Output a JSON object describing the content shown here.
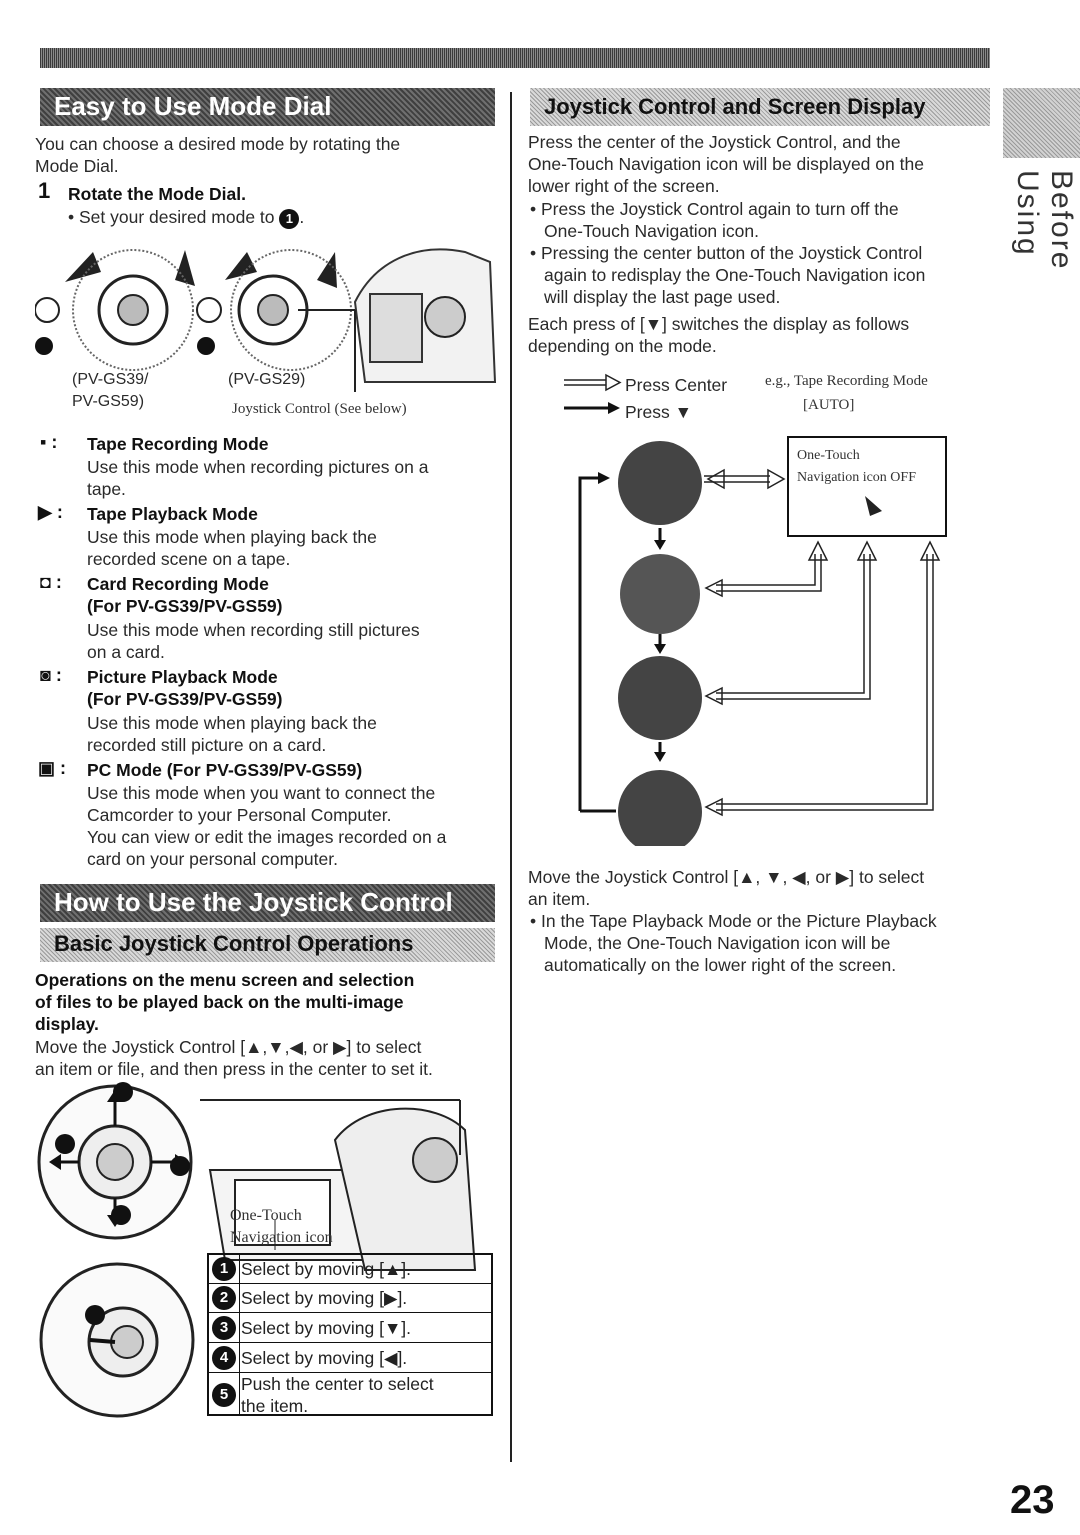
{
  "side_tab": "Before Using",
  "page_number": "23",
  "left": {
    "mode_dial_header": "Easy to Use Mode Dial",
    "intro": [
      "You can choose a desired mode by rotating the",
      "Mode Dial."
    ],
    "step1_num": "1",
    "step1_title": "Rotate the Mode Dial.",
    "step1_sub": "• Set your desired mode to",
    "dial_marker": "1",
    "caption_models_1": "(PV-GS39/",
    "caption_models_2": "PV-GS59)",
    "caption_gs29": "(PV-GS29)",
    "caption_joystick": "Joystick Control (See below)",
    "modes": [
      {
        "title": "Tape Recording Mode",
        "title2": "",
        "desc": [
          "Use this mode when recording pictures on a",
          "tape."
        ]
      },
      {
        "title": "Tape Playback Mode",
        "title2": "",
        "desc": [
          "Use this mode when playing back the",
          "recorded scene on a tape."
        ]
      },
      {
        "title": "Card Recording Mode",
        "title2": "(For PV-GS39/PV-GS59)",
        "desc": [
          "Use this mode when recording still pictures",
          "on a card."
        ]
      },
      {
        "title": "Picture Playback Mode",
        "title2": "(For PV-GS39/PV-GS59)",
        "desc": [
          "Use this mode when playing back the",
          "recorded still picture on a card."
        ]
      },
      {
        "title": "PC Mode (For PV-GS39/PV-GS59)",
        "title2": "",
        "desc": [
          "Use this mode when you want to connect the",
          "Camcorder to your Personal Computer.",
          "You can view or edit the images recorded on a",
          "card on your personal computer."
        ]
      }
    ],
    "joystick_header": "How to Use the Joystick Control",
    "basic_header": "Basic Joystick Control Operations",
    "ops_bold": [
      "Operations on the menu screen and selection",
      "of files to be played back on the multi-image",
      "display."
    ],
    "ops_text": [
      "Move the Joystick Control [▲,▼,◀, or ▶] to select",
      "an item or file, and then press in the center to set it."
    ],
    "nav_caption_1": "One-Touch",
    "nav_caption_2": "Navigation icon",
    "steps": [
      {
        "num": "1",
        "text": [
          "Select by moving [▲]."
        ]
      },
      {
        "num": "2",
        "text": [
          "Select by moving [▶]."
        ]
      },
      {
        "num": "3",
        "text": [
          "Select by moving [▼]."
        ]
      },
      {
        "num": "4",
        "text": [
          "Select by moving [◀]."
        ]
      },
      {
        "num": "5",
        "text": [
          "Push the center to select",
          "the item."
        ]
      }
    ]
  },
  "right": {
    "header": "Joystick Control and Screen Display",
    "para1": [
      "Press the center of the Joystick Control, and the",
      "One-Touch Navigation icon will be displayed on the",
      "lower right of the screen."
    ],
    "bullet1": [
      "• Press the Joystick Control again to turn off the",
      "One-Touch Navigation icon."
    ],
    "bullet2": [
      "• Pressing the center button of the Joystick Control",
      "again to redisplay the One-Touch Navigation icon",
      "will display the last page used."
    ],
    "para2": [
      "Each press of [▼] switches the display as follows",
      "depending on the mode."
    ],
    "legend_center": "Press Center",
    "legend_press": "Press ▼",
    "eg_1": "e.g., Tape Recording Mode",
    "eg_2": "[AUTO]",
    "off_box_1": "One-Touch",
    "off_box_2": "Navigation icon OFF",
    "move_text": [
      "Move the Joystick Control [▲, ▼, ◀, or ▶] to select",
      "an item."
    ],
    "bullet3": [
      "• In the Tape Playback Mode or the Picture Playback",
      "Mode, the One-Touch Navigation icon will be",
      "automatically on the lower right of the screen."
    ]
  }
}
